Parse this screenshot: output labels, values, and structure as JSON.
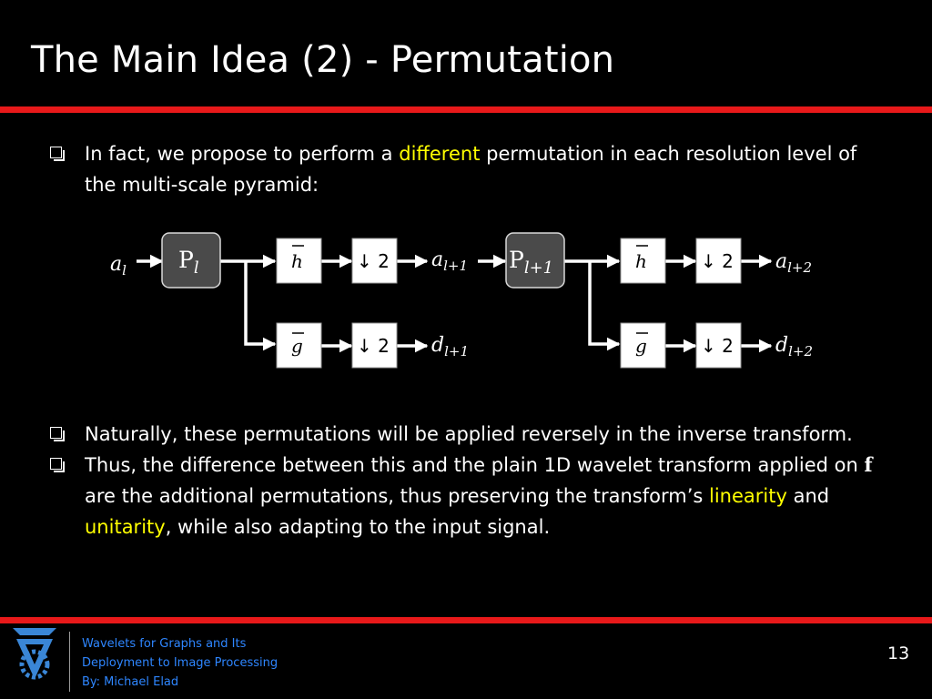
{
  "slide": {
    "title": "The Main Idea (2) - Permutation",
    "page_number": "13"
  },
  "bullets": {
    "first": {
      "before": "In fact, we propose to perform a ",
      "highlight": "different",
      "after": " permutation in each resolution level of the multi-scale pyramid:"
    },
    "second": {
      "text": "Naturally, these permutations will be applied reversely in the inverse transform."
    },
    "third": {
      "part1": "Thus, the difference between this and the plain 1D wavelet transform applied on ",
      "bold": "f",
      "part2": " are the additional permutations, thus preserving the transform’s ",
      "highlight1": "linearity",
      "part3": " and ",
      "highlight2": "unitarity",
      "part4": ", while also adapting to the input signal."
    }
  },
  "diagram": {
    "input": {
      "base": "a",
      "sub": "l"
    },
    "perm1": {
      "base": "P",
      "sub": "l"
    },
    "perm2": {
      "base": "P",
      "sub": "l+1"
    },
    "filter_h": {
      "base": "h"
    },
    "filter_g": {
      "base": "g"
    },
    "downsample": "↓ 2",
    "out_a1": {
      "base": "a",
      "sub": "l+1"
    },
    "out_d1": {
      "base": "d",
      "sub": "l+1"
    },
    "out_a2": {
      "base": "a",
      "sub": "l+2"
    },
    "out_d2": {
      "base": "d",
      "sub": "l+2"
    }
  },
  "footer": {
    "line1": "Wavelets for Graphs and Its",
    "line2": "Deployment to Image Processing",
    "line3": "By: Michael Elad"
  },
  "colors": {
    "accent_red": "#e8191a",
    "highlight_yellow": "#ffff00",
    "footer_blue": "#2e86ff",
    "perm_box_fill": "#4a4a4a"
  },
  "icons": {
    "bullet": "checkbox-bullet-icon",
    "logo": "technion-logo-icon"
  }
}
